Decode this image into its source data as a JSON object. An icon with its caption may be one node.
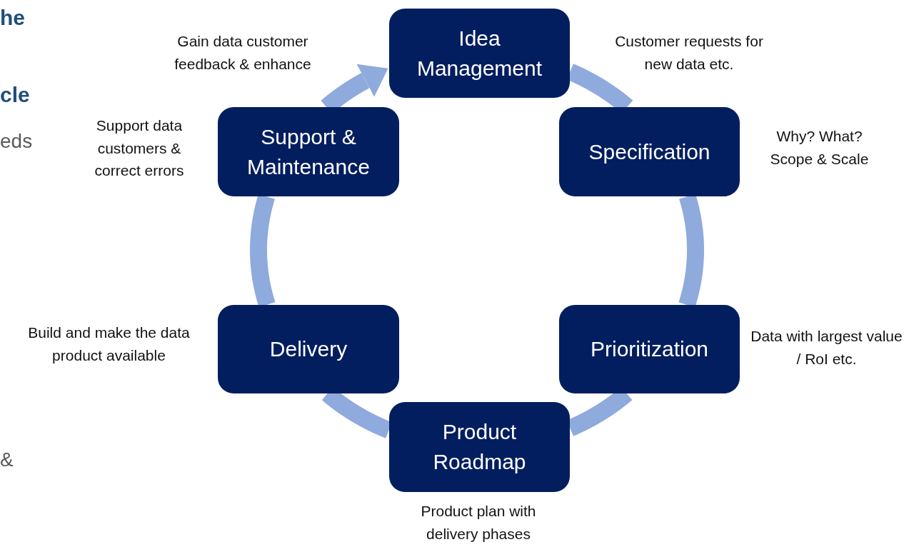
{
  "diagram": {
    "nodes": [
      {
        "text": [
          "Idea Management"
        ],
        "beside": [
          "Customer requests for new data etc."
        ]
      },
      {
        "text": [
          "Specification"
        ],
        "beside": [
          "Why? What? Scope & Scale"
        ]
      },
      {
        "text": [
          "Prioritization"
        ],
        "beside": [
          "Data with largest value / RoI etc."
        ]
      },
      {
        "text": [
          "Product Roadmap"
        ],
        "beside": [
          "Product plan with delivery phases"
        ]
      },
      {
        "text": [
          "Delivery"
        ],
        "beside": [
          "Build and make the data product available"
        ]
      },
      {
        "text": [
          "Support & Maintenance"
        ],
        "beside": [
          "Support data customers & correct errors"
        ]
      }
    ],
    "edges": [
      {
        "from": 0,
        "to": 1,
        "arrow": "none"
      },
      {
        "from": 1,
        "to": 2,
        "arrow": "none"
      },
      {
        "from": 2,
        "to": 3,
        "arrow": "none"
      },
      {
        "from": 3,
        "to": 4,
        "arrow": "none"
      },
      {
        "from": 4,
        "to": 5,
        "arrow": "none"
      },
      {
        "from": 5,
        "to": 0,
        "arrow": "to",
        "label": "Gain data customer feedback & enhance"
      }
    ],
    "labels": [
      "he",
      "cle",
      "eds",
      "&"
    ]
  }
}
